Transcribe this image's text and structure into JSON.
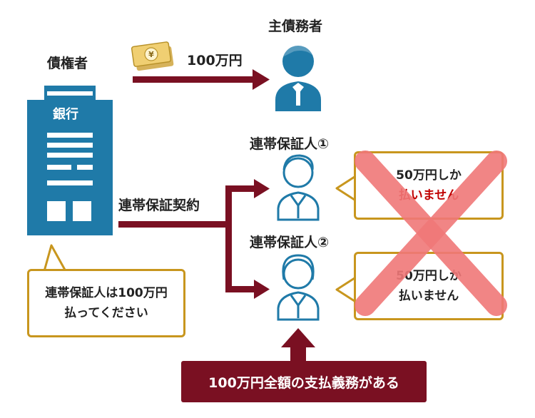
{
  "labels": {
    "creditor": "債権者",
    "bank": "銀行",
    "principal_debtor": "主債務者",
    "amount": "100万円",
    "joint_guarantee_contract": "連帯保証契約",
    "guarantor_1": "連帯保証人①",
    "guarantor_2": "連帯保証人②"
  },
  "bubbles": {
    "bank_claim": [
      "連帯保証人は100万円",
      "払ってください"
    ],
    "guarantor_1_reply": [
      "50万円しか",
      "払いません"
    ],
    "guarantor_2_reply": [
      "50万円しか",
      "払いません"
    ]
  },
  "banner": "100万円全額の支払義務がある",
  "colors": {
    "building": "#1f7aa8",
    "person": "#1f7aa8",
    "arrow": "#7a1022",
    "bubble_border": "#c8961e",
    "cross": "#f07878",
    "reply_highlight": "#c00000"
  }
}
